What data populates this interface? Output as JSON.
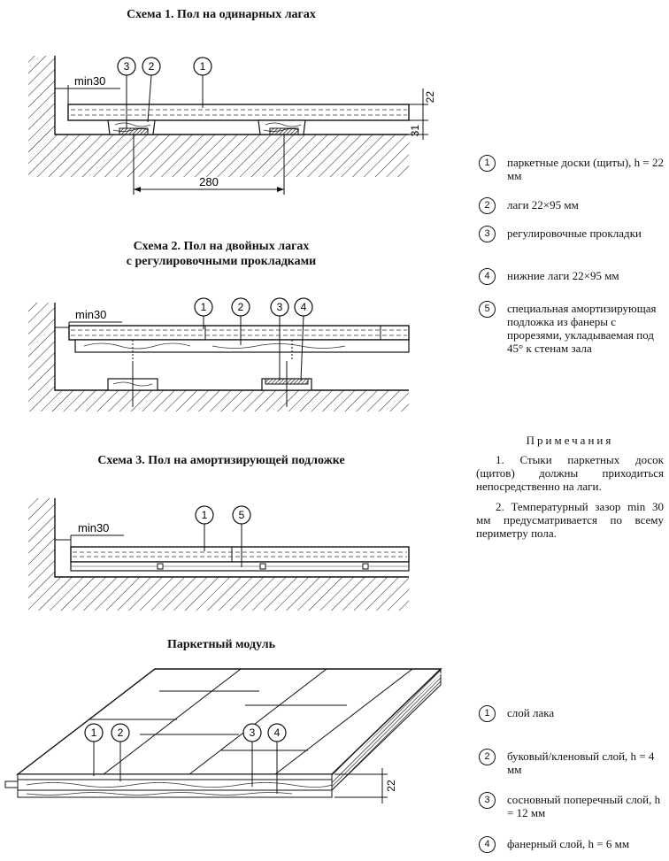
{
  "scheme1": {
    "title": "Схема 1. Пол на одинарных лагах",
    "gap_label": "min30",
    "dim_board": "22",
    "dim_joist": "31",
    "dim_span": "280",
    "callouts": [
      "3",
      "2",
      "1"
    ]
  },
  "scheme2": {
    "title_line1": "Схема 2. Пол на двойных лагах",
    "title_line2": "с регулировочными прокладками",
    "gap_label": "min30",
    "callouts": [
      "1",
      "2",
      "3",
      "4"
    ]
  },
  "scheme3": {
    "title": "Схема 3. Пол на амортизирующей подложке",
    "gap_label": "min30",
    "callouts": [
      "1",
      "5"
    ]
  },
  "module": {
    "title": "Паркетный модуль",
    "dim_thickness": "22",
    "callouts": [
      "1",
      "2",
      "3",
      "4"
    ]
  },
  "legend_top": [
    {
      "num": "1",
      "text": "паркетные доски (щиты), h = 22 мм"
    },
    {
      "num": "2",
      "text": "лаги 22×95 мм"
    },
    {
      "num": "3",
      "text": "регулировочные прокладки"
    },
    {
      "num": "4",
      "text": "нижние лаги 22×95 мм"
    },
    {
      "num": "5",
      "text": "специальная амортизирующая подложка из фанеры с прорезями, укладываемая под 45° к стенам зала"
    }
  ],
  "notes": {
    "title": "Примечания",
    "items": [
      "1. Стыки паркетных досок (щитов) должны приходиться непосредственно на лаги.",
      "2. Температурный зазор min 30 мм предусматривается по всему периметру пола."
    ]
  },
  "legend_bottom": [
    {
      "num": "1",
      "text": "слой лака"
    },
    {
      "num": "2",
      "text": "буковый/кленовый слой, h = 4 мм"
    },
    {
      "num": "3",
      "text": "сосновный поперечный слой, h = 12 мм"
    },
    {
      "num": "4",
      "text": "фанерный слой, h = 6 мм"
    }
  ]
}
